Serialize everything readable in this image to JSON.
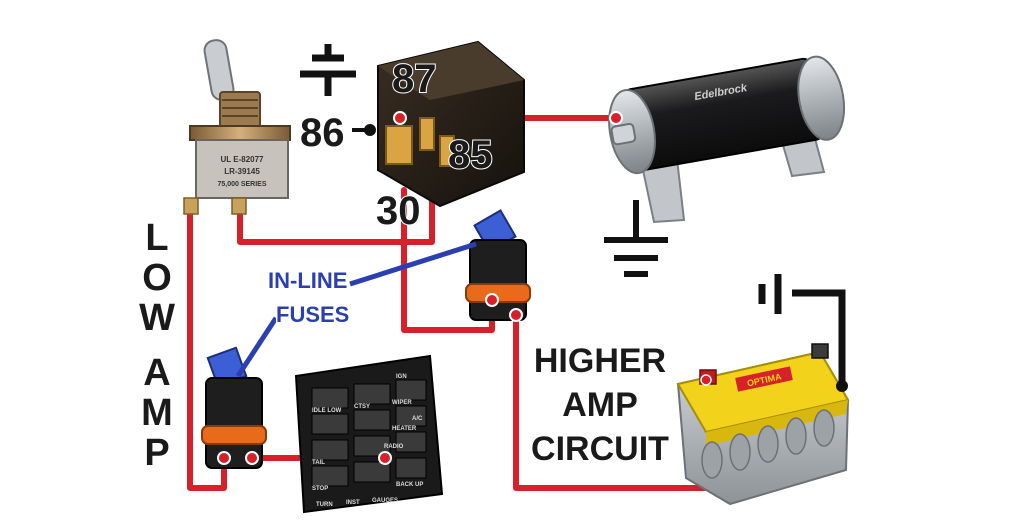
{
  "relay": {
    "pin_87": "87",
    "pin_86": "86",
    "pin_85": "85",
    "pin_30": "30"
  },
  "labels": {
    "fuses_line1": "IN-LINE",
    "fuses_line2": "FUSES",
    "higher_amp_line1": "HIGHER",
    "higher_amp_line2": "AMP",
    "higher_amp_line3": "CIRCUIT",
    "low_amp_letters": [
      "L",
      "O",
      "W",
      "A",
      "M",
      "P"
    ]
  },
  "switch_body": {
    "line1": "UL E-82077",
    "line2": "LR-39145",
    "line3": "75,000 SERIES"
  },
  "pump_brand": "Edelbrock",
  "battery_brand": "OPTIMA",
  "fuse_panel_labels": [
    "IGN",
    "WIPER",
    "IDLE LOW",
    "CTSY",
    "HEATER",
    "A/C",
    "RADIO",
    "TAIL",
    "STOP",
    "BACK UP",
    "TURN",
    "INST",
    "GAUGES"
  ],
  "colors": {
    "wire": "#d8202a",
    "wire_outline": "#ffffff",
    "label_text": "#1a1a1a",
    "fuse_label_text": "#2b3fb0",
    "battery_yellow": "#f2d21b",
    "battery_case": "#b8bcc0",
    "pump_body": "#1d1d1f",
    "pump_cap": "#b9bec3"
  }
}
